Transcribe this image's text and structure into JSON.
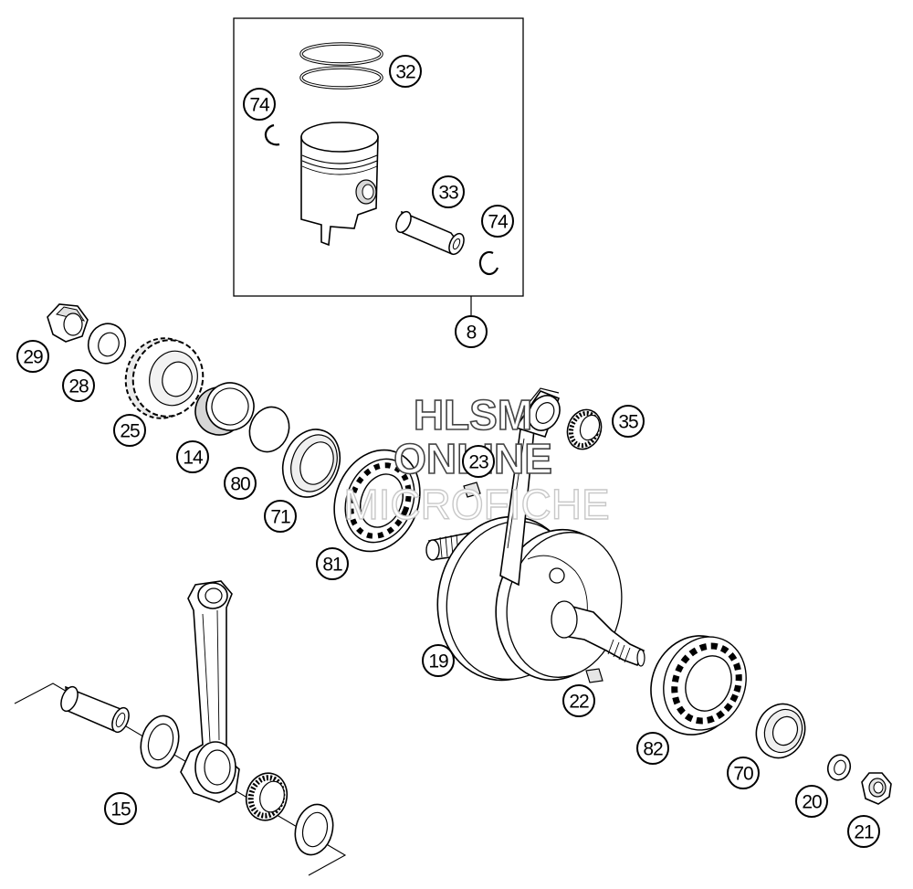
{
  "watermark": {
    "line1": "HLSM",
    "line2": "ONLINE",
    "line3": "MICROFICHE"
  },
  "callouts": [
    {
      "id": "c32",
      "label": "32"
    },
    {
      "id": "c74a",
      "label": "74"
    },
    {
      "id": "c33",
      "label": "33"
    },
    {
      "id": "c74b",
      "label": "74"
    },
    {
      "id": "c8",
      "label": "8"
    },
    {
      "id": "c29",
      "label": "29"
    },
    {
      "id": "c28",
      "label": "28"
    },
    {
      "id": "c25",
      "label": "25"
    },
    {
      "id": "c14",
      "label": "14"
    },
    {
      "id": "c80",
      "label": "80"
    },
    {
      "id": "c71",
      "label": "71"
    },
    {
      "id": "c81",
      "label": "81"
    },
    {
      "id": "c23",
      "label": "23"
    },
    {
      "id": "c35",
      "label": "35"
    },
    {
      "id": "c19",
      "label": "19"
    },
    {
      "id": "c22",
      "label": "22"
    },
    {
      "id": "c82",
      "label": "82"
    },
    {
      "id": "c70",
      "label": "70"
    },
    {
      "id": "c20",
      "label": "20"
    },
    {
      "id": "c21",
      "label": "21"
    },
    {
      "id": "c15",
      "label": "15"
    }
  ]
}
